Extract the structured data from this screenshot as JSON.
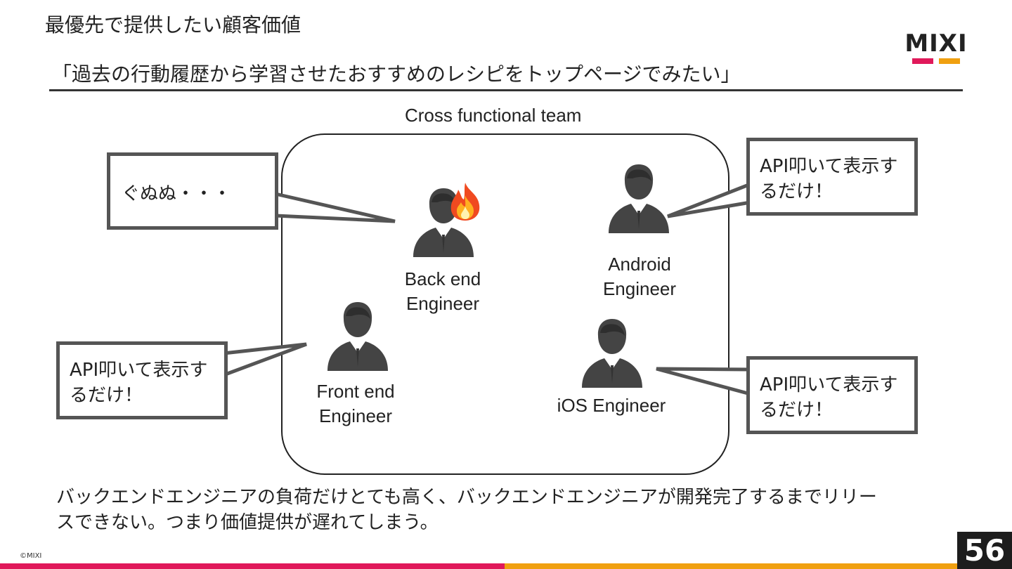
{
  "slide": {
    "heading": "最優先で提供したい顧客価値",
    "quote": "「過去の行動履歴から学習させたおすすめのレシピをトップページでみたい」",
    "logo": {
      "text": "MIXI",
      "bar_colors": [
        "#e0195a",
        "#f0a010"
      ]
    },
    "team_label": "Cross functional team",
    "roles": {
      "backend": [
        "Back end",
        "Engineer"
      ],
      "android": [
        "Android",
        "Engineer"
      ],
      "frontend": [
        "Front end",
        "Engineer"
      ],
      "ios": "iOS Engineer"
    },
    "callouts": {
      "backend": "ぐぬぬ・・・",
      "android": [
        "API叩いて表示す",
        "るだけ！"
      ],
      "frontend": [
        "API叩いて表示す",
        "るだけ！"
      ],
      "ios": [
        "API叩いて表示す",
        "るだけ！"
      ]
    },
    "body": [
      "バックエンドエンジニアの負荷だけとても高く、バックエンドエンジニアが開発完了するまでリリー",
      "スできない。つまり価値提供が遅れてしまう。"
    ],
    "copyright": "©MIXI",
    "page_number": "56",
    "colors": {
      "callout_border": "#555555",
      "person": "#444444",
      "fire": "#f04a20",
      "bar_left": "#e0195a",
      "bar_right": "#f0a010"
    }
  }
}
